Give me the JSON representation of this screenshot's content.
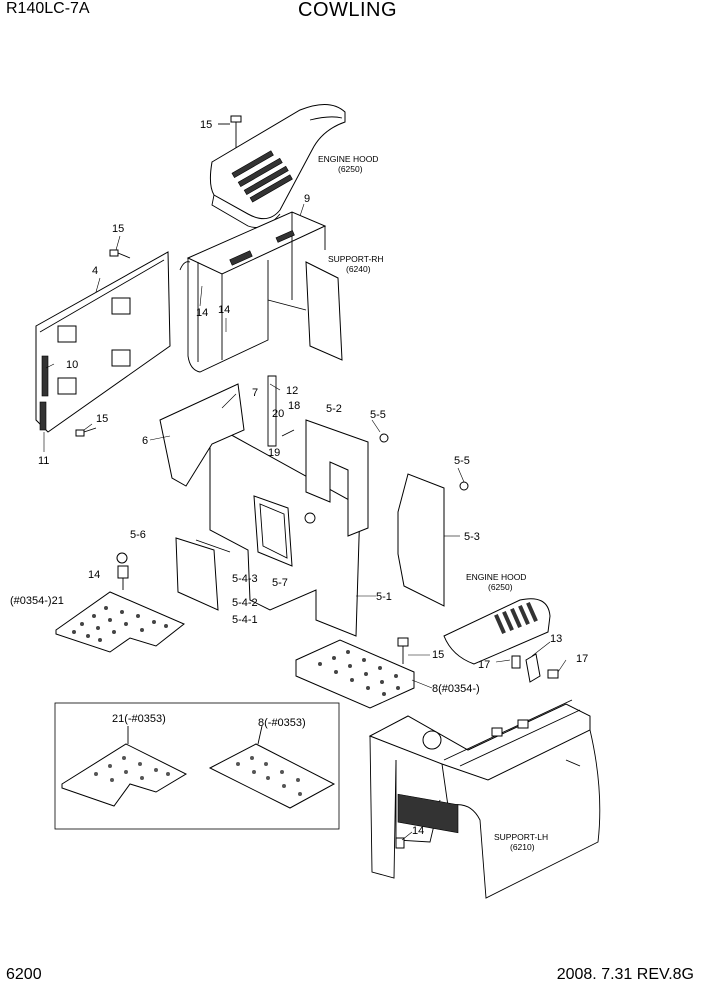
{
  "header": {
    "model": "R140LC-7A",
    "title": "COWLING"
  },
  "footer": {
    "page": "6200",
    "date_rev": "2008. 7.31  REV.8G"
  },
  "captions": {
    "engine_hood_top": [
      "ENGINE HOOD",
      "(6250)"
    ],
    "support_rh": [
      "SUPPORT-RH",
      "(6240)"
    ],
    "engine_hood_right": [
      "ENGINE HOOD",
      "(6250)"
    ],
    "support_lh": [
      "SUPPORT-LH",
      "(6210)"
    ]
  },
  "callouts": {
    "c15a": "15",
    "c9": "9",
    "c15b": "15",
    "c4": "4",
    "c14a": "14",
    "c14b": "14",
    "c10": "10",
    "c12": "12",
    "c7": "7",
    "c20": "20",
    "c18": "18",
    "c19": "19",
    "c5_2": "5-2",
    "c5_5a": "5-5",
    "c15c": "15",
    "c6": "6",
    "c11": "11",
    "c5_5b": "5-5",
    "c5_3": "5-3",
    "c5_6": "5-6",
    "c5_4_3": "5-4-3",
    "c5_7": "5-7",
    "c14c": "14",
    "c5_4_2": "5-4-2",
    "c5_1": "5-1",
    "c21": "(#0354-)21",
    "c5_4_1": "5-4-1",
    "c13": "13",
    "c15d": "15",
    "c17a": "17",
    "c17b": "17",
    "c8": "8(#0354-)",
    "c14d": "14"
  },
  "inset": {
    "left_label": "21(-#0353)",
    "right_label": "8(-#0353)"
  }
}
